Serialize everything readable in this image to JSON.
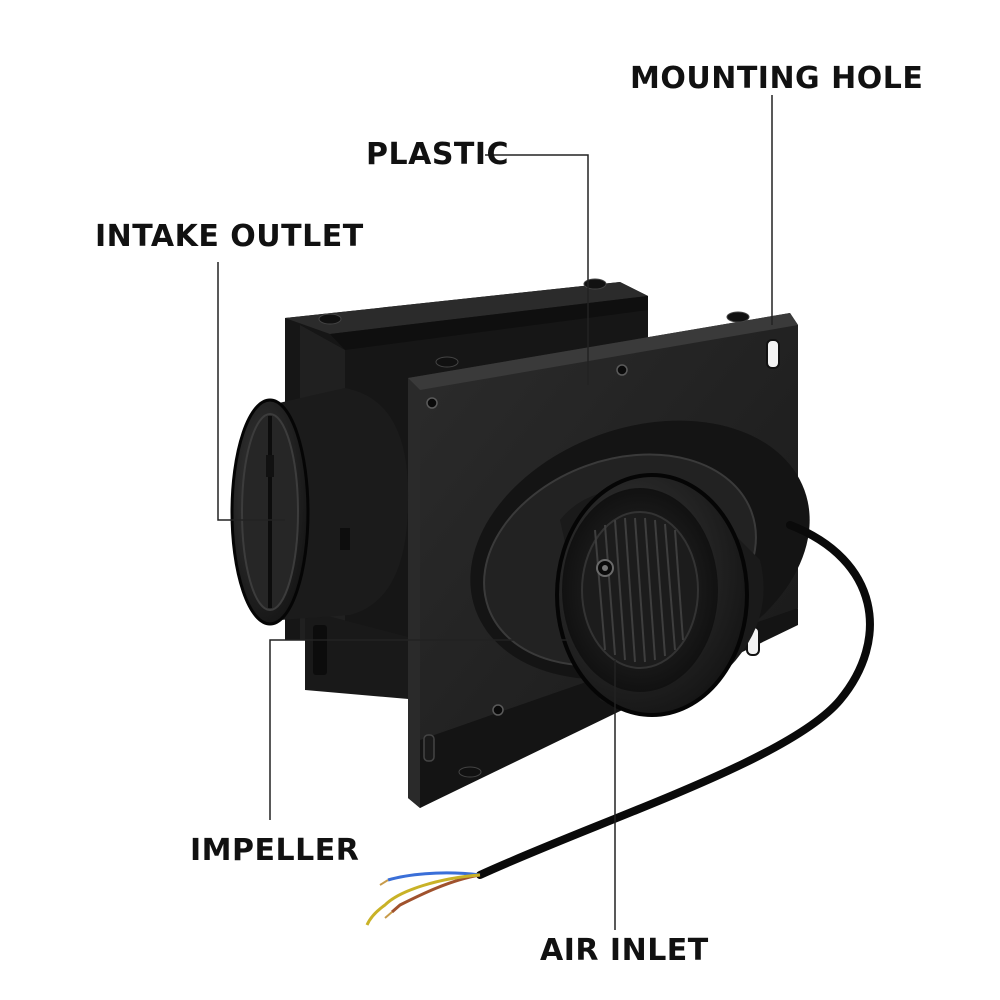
{
  "labels": {
    "mounting_hole": "MOUNTING HOLE",
    "plastic": "PLASTIC",
    "intake_outlet": "INTAKE OUTLET",
    "impeller": "IMPELLER",
    "air_inlet": "AIR INLET"
  },
  "colors": {
    "housing": "#1f1f1f",
    "housing_light": "#353535",
    "housing_dark": "#0e0e0e",
    "leader_line": "#222222",
    "wire_blue": "#3a6fd8",
    "wire_brown": "#a0522d",
    "wire_yellow_green": "#c9b227"
  }
}
